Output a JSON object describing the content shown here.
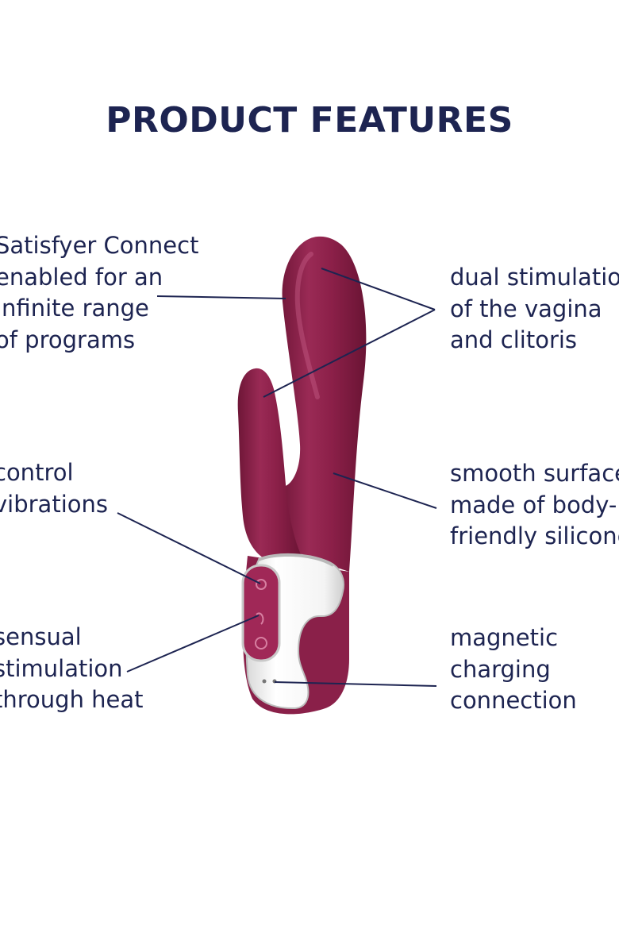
{
  "title": "PRODUCT FEATURES",
  "colors": {
    "text": "#1d2451",
    "body": "#8a2049",
    "handle": "#f2f2f2",
    "panel": "#a02857"
  },
  "features": [
    {
      "lines": [
        "Satisfyer Connect",
        "enabled for an",
        "infinite range",
        "of programs"
      ]
    },
    {
      "lines": [
        "control",
        "vibrations"
      ]
    },
    {
      "lines": [
        "sensual",
        "stimulation",
        "through heat"
      ]
    },
    {
      "lines": [
        "dual stimulation",
        "of the vagina",
        "and clitoris"
      ]
    },
    {
      "lines": [
        "smooth surface",
        "made of body-",
        "friendly silicone"
      ]
    },
    {
      "lines": [
        "magnetic",
        "charging",
        "connection"
      ]
    }
  ]
}
